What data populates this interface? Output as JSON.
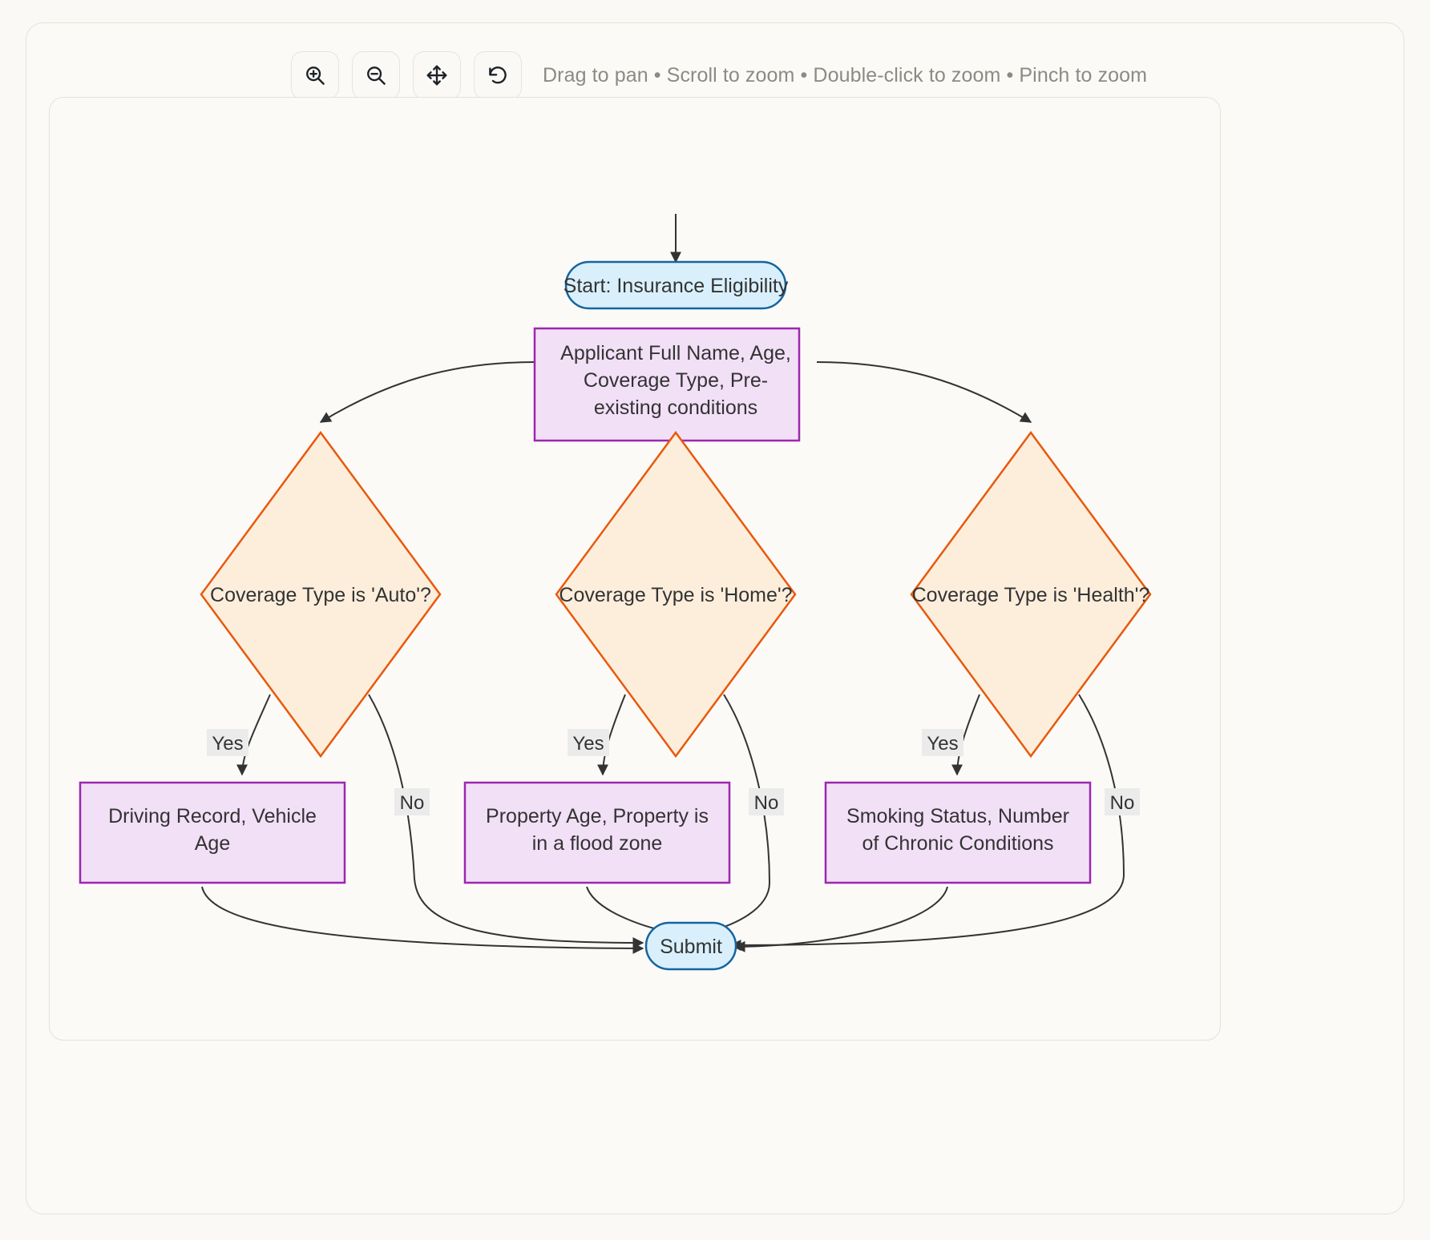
{
  "toolbar": {
    "buttons": [
      {
        "name": "zoom-in-icon",
        "label": "Zoom in"
      },
      {
        "name": "zoom-out-icon",
        "label": "Zoom out"
      },
      {
        "name": "pan-icon",
        "label": "Pan"
      },
      {
        "name": "reset-icon",
        "label": "Reset view"
      }
    ],
    "hint": "Drag to pan • Scroll to zoom • Double-click to zoom • Pinch to zoom"
  },
  "colors": {
    "page_background": "#faf9f5",
    "card_border": "#e6e2d9",
    "terminal_fill": "#d9f0fc",
    "terminal_stroke": "#1565a0",
    "process_fill": "#f2e0f7",
    "process_stroke": "#9c27b0",
    "decision_fill": "#fdeedc",
    "decision_stroke": "#e8590c",
    "edge_stroke": "#333333",
    "edge_label_bg": "#ebebeb",
    "text": "#333333",
    "hint_text": "#8b8b85"
  },
  "chart_data": {
    "type": "diagram",
    "diagram_kind": "flowchart",
    "title": "Insurance Eligibility Flow",
    "nodes": [
      {
        "id": "start",
        "shape": "terminal",
        "text": "Start: Insurance Eligibility"
      },
      {
        "id": "applicant",
        "shape": "process",
        "text": "Applicant Full Name, Age, Coverage Type, Pre-existing conditions",
        "lines": [
          "Applicant Full Name, Age,",
          "Coverage Type, Pre-",
          "existing conditions"
        ]
      },
      {
        "id": "d_auto",
        "shape": "decision",
        "text": "Coverage Type is 'Auto'?"
      },
      {
        "id": "d_home",
        "shape": "decision",
        "text": "Coverage Type is 'Home'?"
      },
      {
        "id": "d_health",
        "shape": "decision",
        "text": "Coverage Type is 'Health'?"
      },
      {
        "id": "p_auto",
        "shape": "process",
        "text": "Driving Record, Vehicle Age",
        "lines": [
          "Driving Record, Vehicle",
          "Age"
        ]
      },
      {
        "id": "p_home",
        "shape": "process",
        "text": "Property Age, Property is in a flood zone",
        "lines": [
          "Property Age, Property is",
          "in a flood zone"
        ]
      },
      {
        "id": "p_health",
        "shape": "process",
        "text": "Smoking Status, Number of Chronic Conditions",
        "lines": [
          "Smoking Status, Number",
          "of Chronic Conditions"
        ]
      },
      {
        "id": "submit",
        "shape": "terminal",
        "text": "Submit"
      }
    ],
    "edges": [
      {
        "from": "start",
        "to": "applicant",
        "label": ""
      },
      {
        "from": "applicant",
        "to": "d_auto",
        "label": ""
      },
      {
        "from": "applicant",
        "to": "d_home",
        "label": ""
      },
      {
        "from": "applicant",
        "to": "d_health",
        "label": ""
      },
      {
        "from": "d_auto",
        "to": "p_auto",
        "label": "Yes"
      },
      {
        "from": "d_auto",
        "to": "submit",
        "label": "No"
      },
      {
        "from": "d_home",
        "to": "p_home",
        "label": "Yes"
      },
      {
        "from": "d_home",
        "to": "submit",
        "label": "No"
      },
      {
        "from": "d_health",
        "to": "p_health",
        "label": "Yes"
      },
      {
        "from": "d_health",
        "to": "submit",
        "label": "No"
      },
      {
        "from": "p_auto",
        "to": "submit",
        "label": ""
      },
      {
        "from": "p_home",
        "to": "submit",
        "label": ""
      },
      {
        "from": "p_health",
        "to": "submit",
        "label": ""
      }
    ],
    "edge_labels": {
      "yes": "Yes",
      "no": "No"
    }
  }
}
